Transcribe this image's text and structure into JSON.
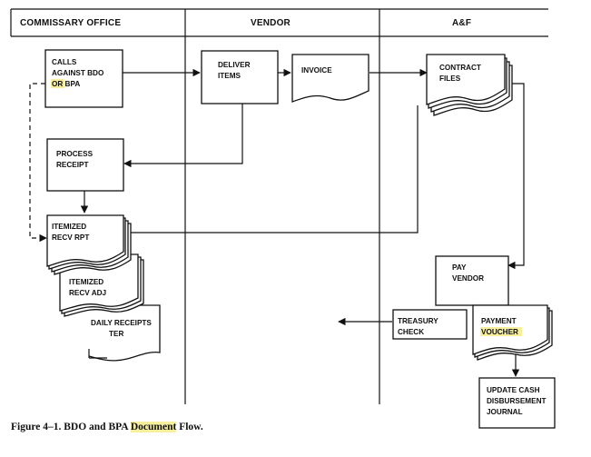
{
  "lanes": {
    "commissary": "COMMISSARY OFFICE",
    "vendor": "VENDOR",
    "af": "A&F"
  },
  "nodes": {
    "calls": {
      "line1": "CALLS",
      "line2": "AGAINST BDO",
      "line3a": "OR",
      "line3b": " BPA"
    },
    "deliver": {
      "line1": "DELIVER",
      "line2": "ITEMS"
    },
    "invoice": {
      "line1": "INVOICE"
    },
    "contract": {
      "line1": "CONTRACT",
      "line2": "FILES"
    },
    "process": {
      "line1": "PROCESS",
      "line2": "RECEIPT"
    },
    "itemized": {
      "line1": "ITEMIZED",
      "line2": "RECV RPT"
    },
    "itemized_adj": {
      "line1": "ITEMIZED",
      "line2": "RECV ADJ"
    },
    "daily": {
      "line1": "DAILY RECEIPTS",
      "line2": "TER"
    },
    "pay": {
      "line1": "PAY",
      "line2": "VENDOR"
    },
    "treasury": {
      "line1": "TREASURY",
      "line2": "CHECK"
    },
    "payment": {
      "line1": "PAYMENT",
      "line2": "VOUCHER"
    },
    "update": {
      "line1": "UPDATE CASH",
      "line2": "DISBURSEMENT",
      "line3": "JOURNAL"
    }
  },
  "caption": {
    "prefix": "Figure 4–1. BDO and BPA ",
    "highlight": "Document",
    "suffix": " Flow."
  },
  "colors": {
    "ink": "#111111",
    "highlight": "#f6ef9c"
  }
}
